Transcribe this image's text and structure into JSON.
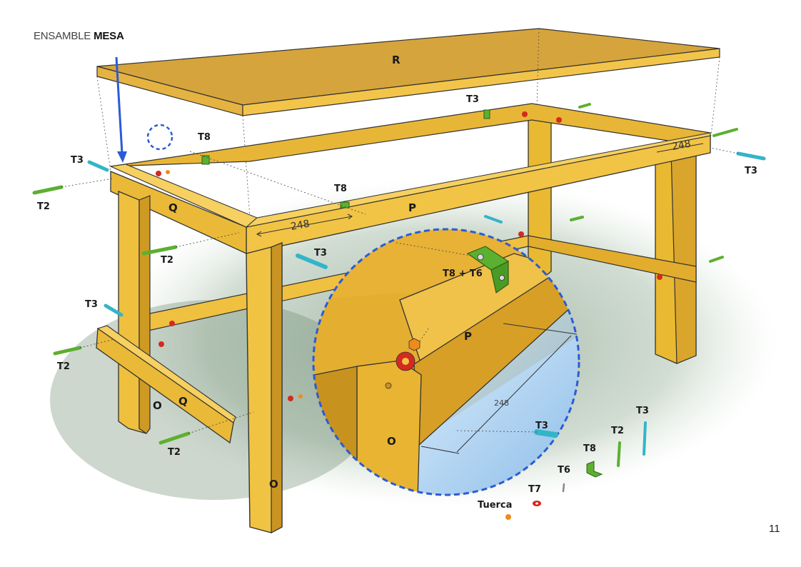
{
  "header": {
    "title_prefix": "ENSAMBLE",
    "title_bold": "MESA"
  },
  "page_number": "11",
  "parts": {
    "R": "R",
    "P": "P",
    "Q": "Q",
    "O": "O"
  },
  "dimension": "248",
  "hardware": {
    "t2": "T2",
    "t3": "T3",
    "t6": "T6",
    "t7": "T7",
    "t8": "T8",
    "tuerca": "Tuerca"
  },
  "detail": {
    "callout": "T8 + T6",
    "dimension": "248",
    "part_p": "P",
    "part_o": "O",
    "t3": "T3"
  },
  "colors": {
    "wood": "#e9b931",
    "wood_dark": "#c8931f",
    "wood_shadow": "#a87416",
    "top": "#d8a63a",
    "accent_blue": "#2a5bd7",
    "t2_green": "#5cb030",
    "t3_cyan": "#33b5c8",
    "t7_red": "#d42a1f",
    "tuerca_orange": "#f08a1c"
  }
}
